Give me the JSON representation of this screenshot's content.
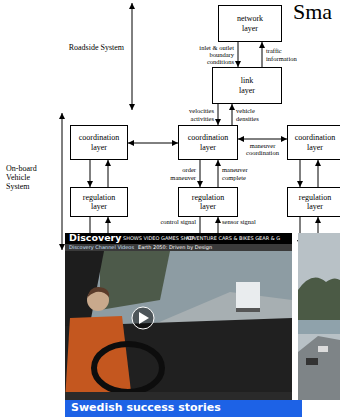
{
  "diagram": {
    "title": "Sma",
    "nodes": [
      {
        "text": [
          "network layer"
        ]
      },
      {
        "text": [
          "link layer"
        ]
      },
      {
        "text": [
          "coordination layer"
        ]
      },
      {
        "text": [
          "coordination layer"
        ]
      },
      {
        "text": [
          "coordination layer"
        ]
      },
      {
        "text": [
          "regulation layer"
        ]
      },
      {
        "text": [
          "regulation layer"
        ]
      },
      {
        "text": [
          "regulation layer"
        ]
      },
      {
        "text": [
          "Swedish success stories"
        ]
      }
    ],
    "edges": [
      {
        "from": 0,
        "to": 1,
        "arrow": "to",
        "label": "inlet & outlet boundary conditions"
      },
      {
        "from": 1,
        "to": 0,
        "arrow": "to",
        "label": "traffic information"
      },
      {
        "from": 1,
        "to": 3,
        "arrow": "to",
        "label": "velocities activities"
      },
      {
        "from": 3,
        "to": 1,
        "arrow": "to",
        "label": "vehicle densities"
      },
      {
        "from": 2,
        "to": 3,
        "arrow": "both"
      },
      {
        "from": 3,
        "to": 4,
        "arrow": "both",
        "label": "maneuver coordination"
      },
      {
        "from": 3,
        "to": 6,
        "arrow": "to",
        "label": "order maneuver"
      },
      {
        "from": 6,
        "to": 3,
        "arrow": "to",
        "label": "maneuver complete"
      },
      {
        "from": 2,
        "to": 5,
        "arrow": "to"
      },
      {
        "from": 5,
        "to": 2,
        "arrow": "to"
      },
      {
        "from": 4,
        "to": 7,
        "arrow": "to"
      },
      {
        "from": 7,
        "to": 4,
        "arrow": "to"
      }
    ],
    "labels": [
      "Roadside System",
      "On-board Vehicle System",
      "control signal",
      "sensor signal",
      "Discovery",
      "SHOWS VIDEO GAMES SHOP",
      "ADVENTURE CARS & BIKES GEAR & G",
      "Discovery Channel Videos",
      "Earth 2050: Driven by Design"
    ]
  }
}
